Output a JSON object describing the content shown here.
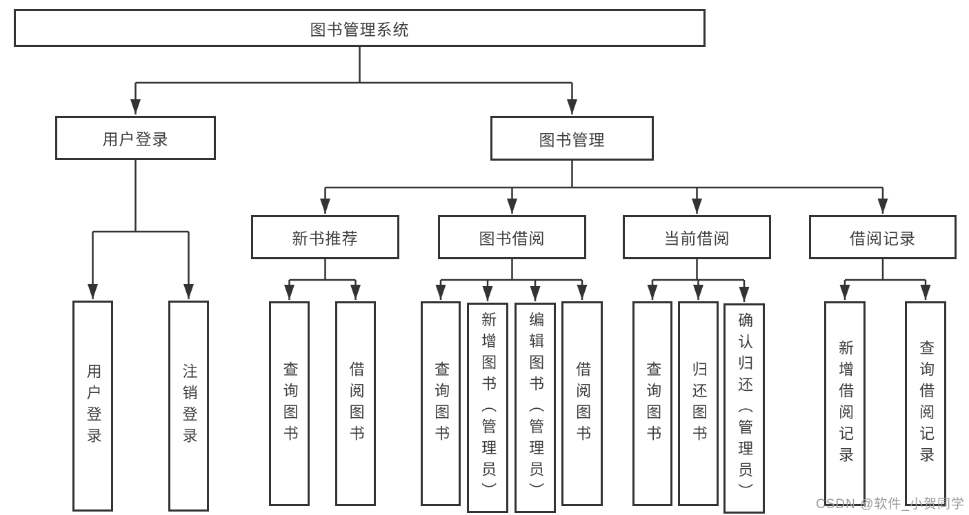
{
  "colors": {
    "line": "#333333",
    "text": "#3d3d3d",
    "background": "#ffffff",
    "watermark": "#9c9c9c"
  },
  "watermark": {
    "text": "CSDN @软件_小贺同学"
  },
  "diagram": {
    "root": {
      "label": "图书管理系统"
    },
    "branches": [
      {
        "label": "用户登录",
        "children": [
          {
            "label": "用户登录"
          },
          {
            "label": "注销登录"
          }
        ]
      },
      {
        "label": "图书管理",
        "children": [
          {
            "label": "新书推荐",
            "children": [
              {
                "label": "查询图书"
              },
              {
                "label": "借阅图书"
              }
            ]
          },
          {
            "label": "图书借阅",
            "children": [
              {
                "label": "查询图书"
              },
              {
                "label": "新增图书（管理员）"
              },
              {
                "label": "编辑图书（管理员）"
              },
              {
                "label": "借阅图书"
              }
            ]
          },
          {
            "label": "当前借阅",
            "children": [
              {
                "label": "查询图书"
              },
              {
                "label": "归还图书"
              },
              {
                "label": "确认归还（管理员）"
              }
            ]
          },
          {
            "label": "借阅记录",
            "children": [
              {
                "label": "新增借阅记录"
              },
              {
                "label": "查询借阅记录"
              }
            ]
          }
        ]
      }
    ]
  }
}
